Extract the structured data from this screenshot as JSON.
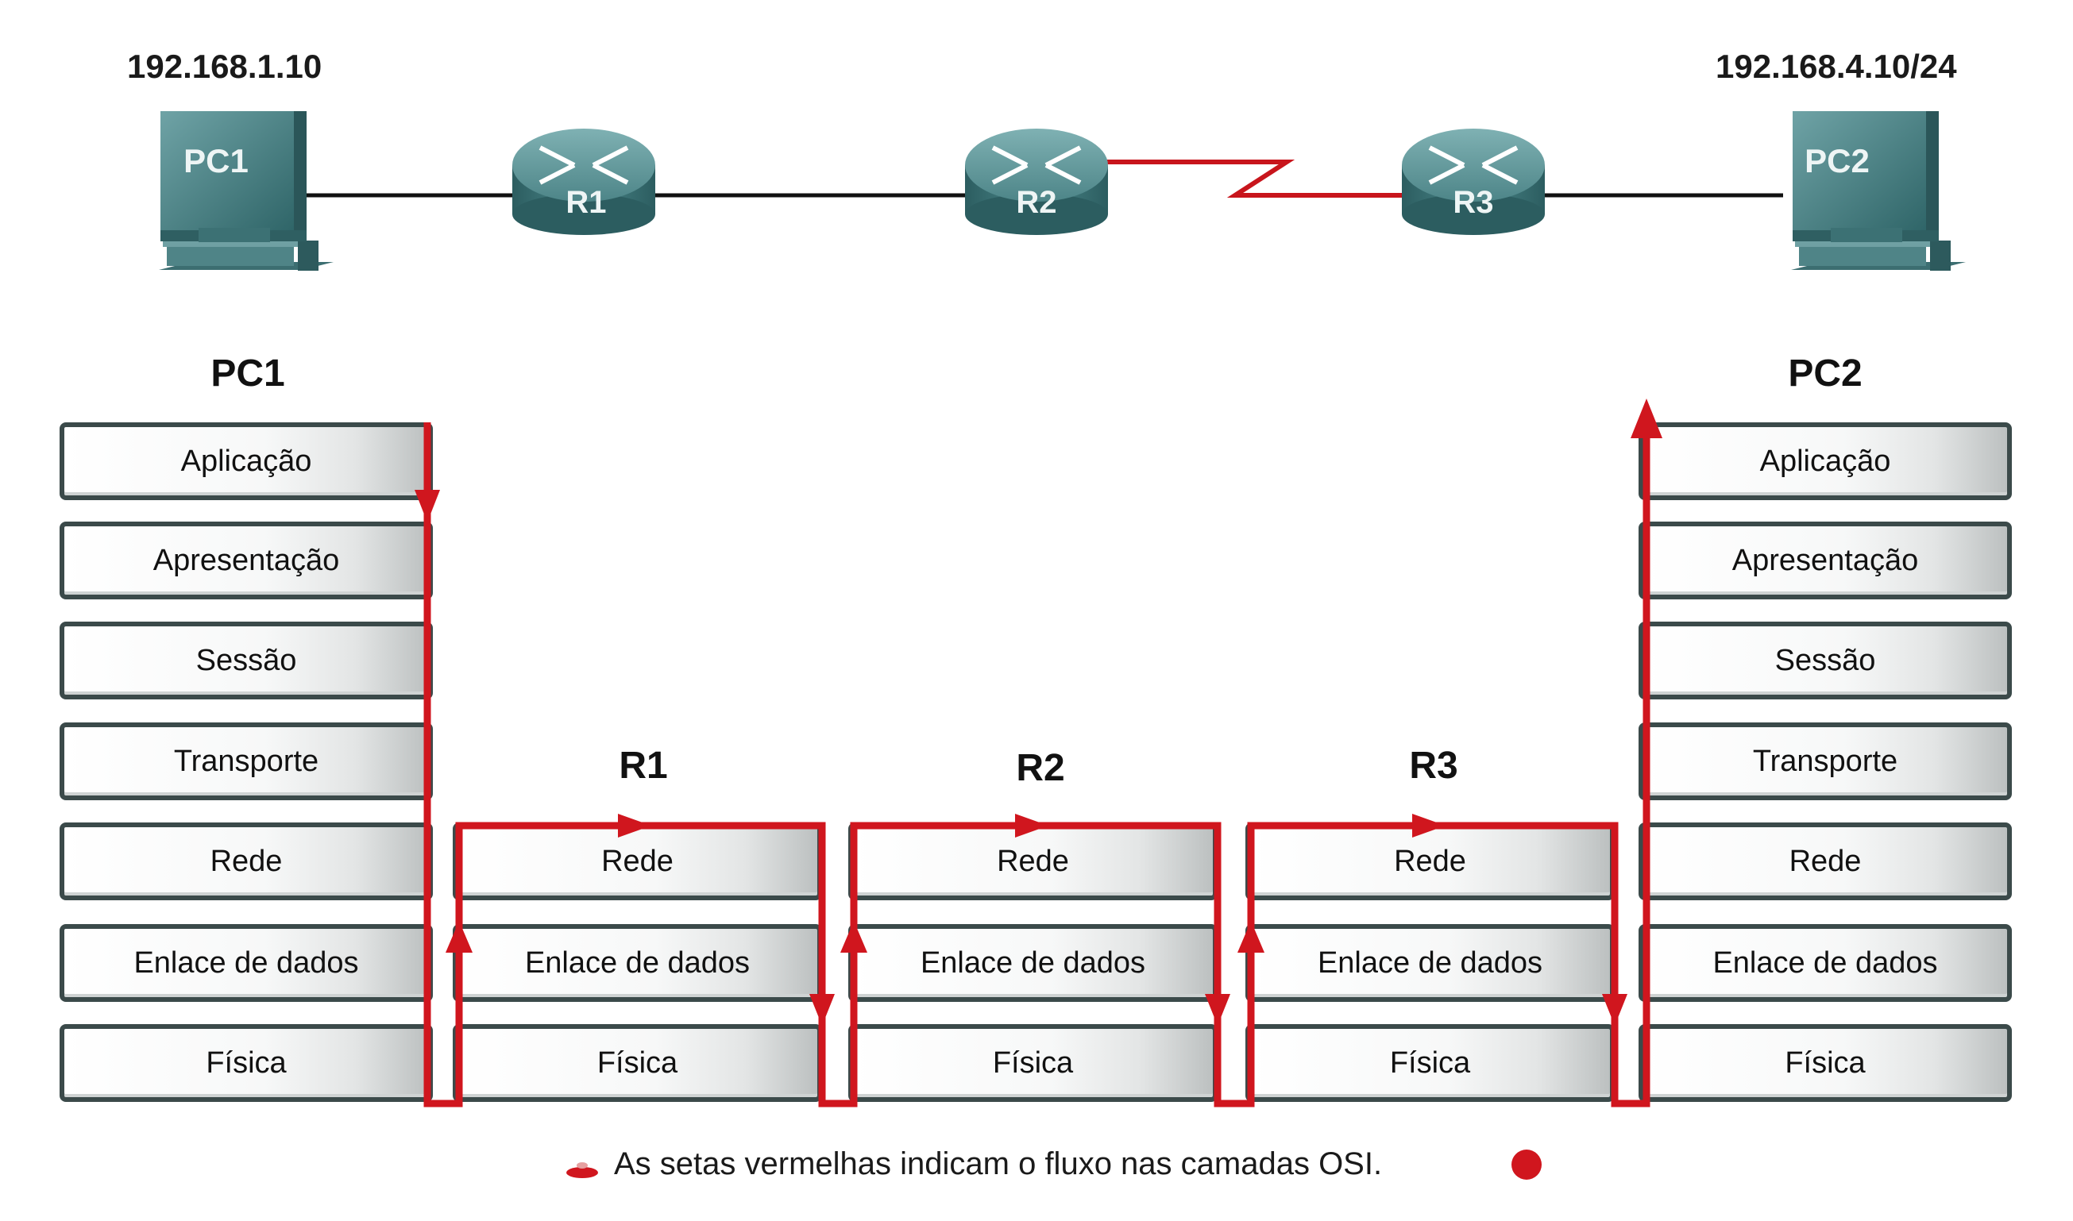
{
  "colors": {
    "flow": "#d0161e",
    "serial_link": "#c8151c",
    "ethernet_link": "#111111",
    "device": "#3f7a7e",
    "layer_border": "#3b4a4a"
  },
  "topology": {
    "pc1": {
      "label": "PC1",
      "ip": "192.168.1.10",
      "icon": "pc-icon"
    },
    "r1": {
      "label": "R1",
      "icon": "router-icon"
    },
    "r2": {
      "label": "R2",
      "icon": "router-icon"
    },
    "r3": {
      "label": "R3",
      "icon": "router-icon"
    },
    "pc2": {
      "label": "PC2",
      "ip": "192.168.4.10/24",
      "icon": "pc-icon"
    }
  },
  "stacks": {
    "pc1": {
      "title": "PC1",
      "layers": [
        "Aplicação",
        "Apresentação",
        "Sessão",
        "Transporte",
        "Rede",
        "Enlace de dados",
        "Física"
      ]
    },
    "r1": {
      "title": "R1",
      "layers": [
        "Rede",
        "Enlace de dados",
        "Física"
      ]
    },
    "r2": {
      "title": "R2",
      "layers": [
        "Rede",
        "Enlace de dados",
        "Física"
      ]
    },
    "r3": {
      "title": "R3",
      "layers": [
        "Rede",
        "Enlace de dados",
        "Física"
      ]
    },
    "pc2": {
      "title": "PC2",
      "layers": [
        "Aplicação",
        "Apresentação",
        "Sessão",
        "Transporte",
        "Rede",
        "Enlace de dados",
        "Física"
      ]
    }
  },
  "legend": {
    "text": "As setas vermelhas indicam o fluxo nas camadas OSI."
  }
}
